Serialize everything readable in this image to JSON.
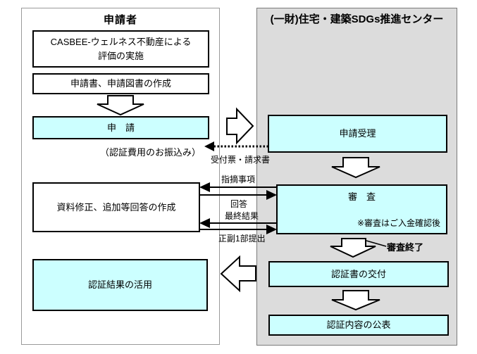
{
  "colors": {
    "box_fill_cyan": "#ccffff",
    "panel_gray": "#dcdcdc"
  },
  "applicant": {
    "title": "申請者",
    "evaluation_box_line1": "CASBEE-ウェルネス不動産による",
    "evaluation_box_line2": "評価の実施",
    "documents_box": "申請書、申請図書の作成",
    "apply_box": "申　請",
    "payment_note": "（認証費用のお振込み）",
    "revision_box": "資料修正、追加等回答の作成",
    "utilize_box": "認証結果の活用"
  },
  "center_org": {
    "title": "(一財)住宅・建築SDGs推進センター",
    "accept_box": "申請受理",
    "review_box": "審　査",
    "review_note": "※審査はご入金確認後",
    "review_end_label": "審査終了",
    "certificate_box": "認証書の交付",
    "publish_box": "認証内容の公表"
  },
  "exchange": {
    "receipt_invoice": "受付票・請求書",
    "remarks": "指摘事項",
    "reply": "回答",
    "final_result": "最終結果",
    "submit_one_copy": "正副1部提出"
  }
}
